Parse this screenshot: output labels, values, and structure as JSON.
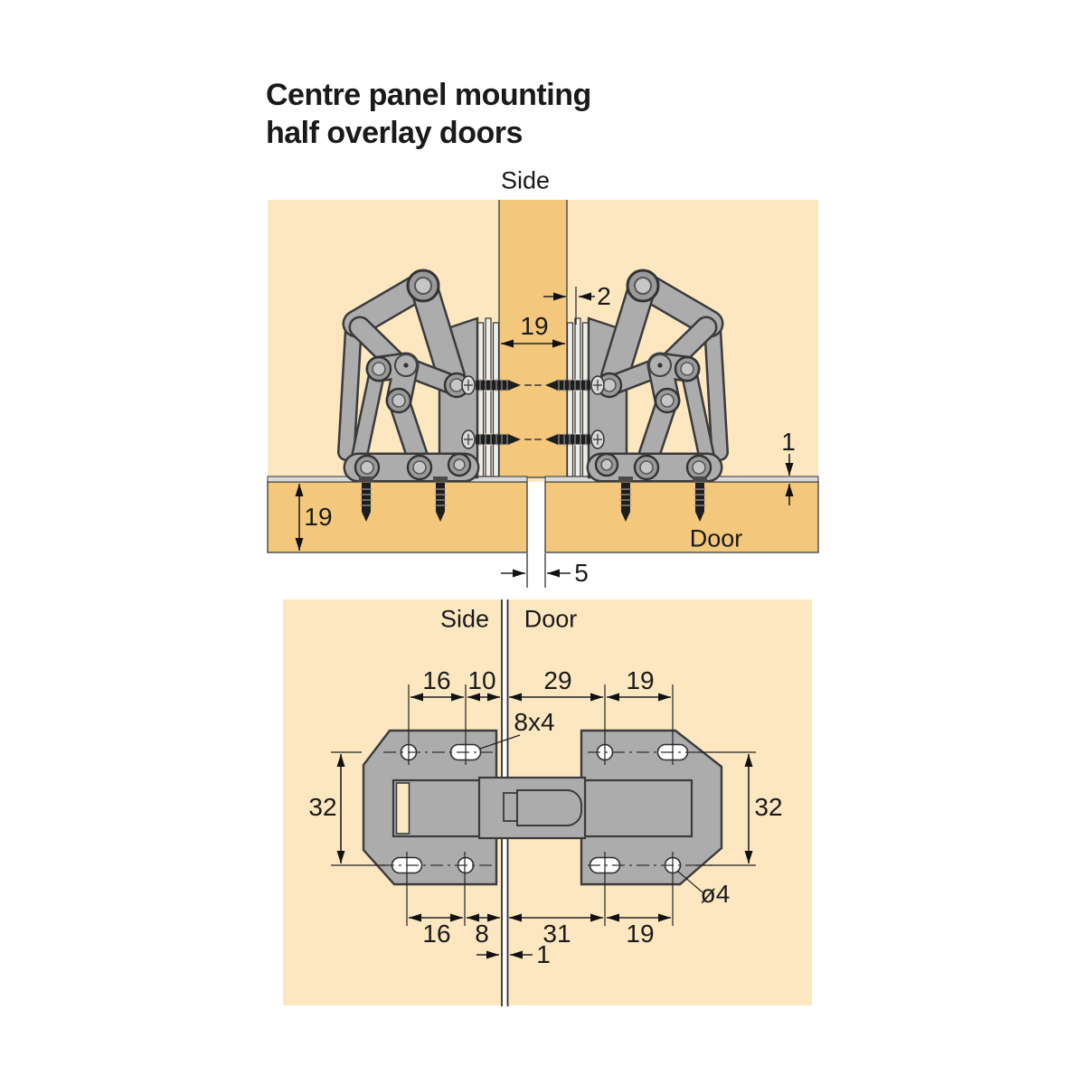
{
  "title": {
    "line1": "Centre panel mounting",
    "line2": "half overlay doors"
  },
  "top_diagram": {
    "side_label": "Side",
    "door_label": "Door",
    "dims": {
      "plate_edge_offset": "2",
      "panel_thickness": "19",
      "plate_thickness": "1",
      "door_thickness": "19",
      "door_gap": "5"
    }
  },
  "bottom_diagram": {
    "side_label": "Side",
    "door_label": "Door",
    "top_dims": [
      "16",
      "10",
      "29",
      "19"
    ],
    "slot_size_label": "8x4",
    "height_left": "32",
    "height_right": "32",
    "hole_diameter_label": "ø4",
    "bottom_dims": [
      "16",
      "8",
      "31",
      "19"
    ],
    "centre_gap": "1"
  },
  "colors": {
    "peach": "#FCE7C1",
    "wood": "#F3C87D",
    "metal": "#ACACAC",
    "ink": "#1a1a1a"
  }
}
